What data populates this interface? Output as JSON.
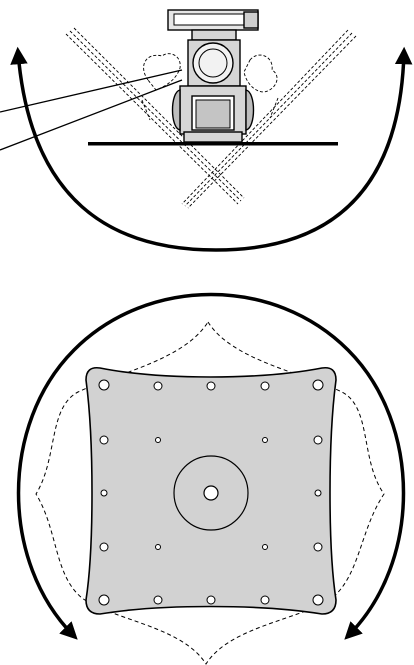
{
  "colors": {
    "stroke": "#000000",
    "plate_fill": "#d2d2d2",
    "head_fill": "#d6d6d6",
    "background": "#ffffff"
  },
  "icons": {
    "tilt_arrow": "double-headed-curved-arrow",
    "rotate_arrow": "double-headed-curved-arrow"
  },
  "views": {
    "top": "tilt-side-view",
    "bottom": "rotation-front-view"
  }
}
